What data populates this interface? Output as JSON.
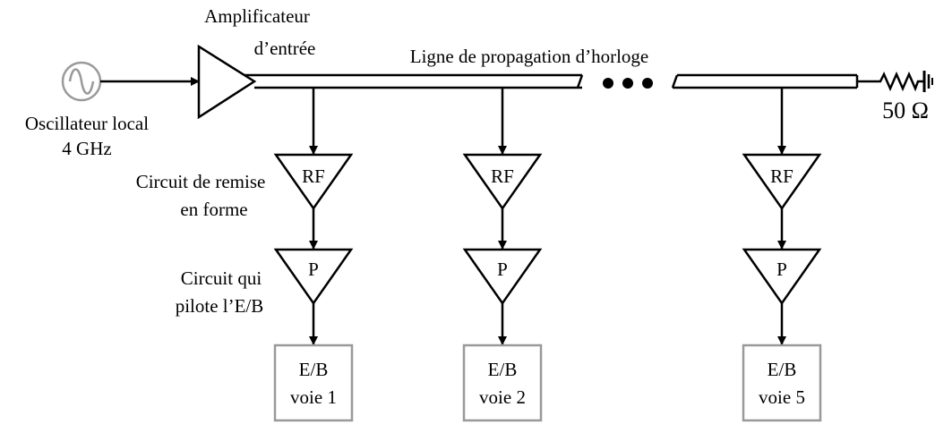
{
  "labels": {
    "amplifier_line1": "Amplificateur",
    "amplifier_line2": "d’entrée",
    "clock_line": "Ligne de propagation d’horloge",
    "oscillator_line1": "Oscillateur local",
    "oscillator_line2": "4 GHz",
    "termination": "50 Ω",
    "reshaping_line1": "Circuit de remise",
    "reshaping_line2": "en forme",
    "driver_line1": "Circuit qui",
    "driver_line2": "pilote l’E/B"
  },
  "channels": [
    {
      "rf": "RF",
      "p": "P",
      "box_line1": "E/B",
      "box_line2": "voie 1"
    },
    {
      "rf": "RF",
      "p": "P",
      "box_line1": "E/B",
      "box_line2": "voie 2"
    },
    {
      "rf": "RF",
      "p": "P",
      "box_line1": "E/B",
      "box_line2": "voie 5"
    }
  ],
  "colors": {
    "stroke": "#000000",
    "box_stroke": "#999999",
    "oscillator_stroke": "#9a9a9a"
  },
  "icons": {
    "oscillator": "sine-source-icon",
    "resistor": "resistor-icon",
    "ground": "ground-icon",
    "ellipsis": "ellipsis-dots-icon"
  }
}
